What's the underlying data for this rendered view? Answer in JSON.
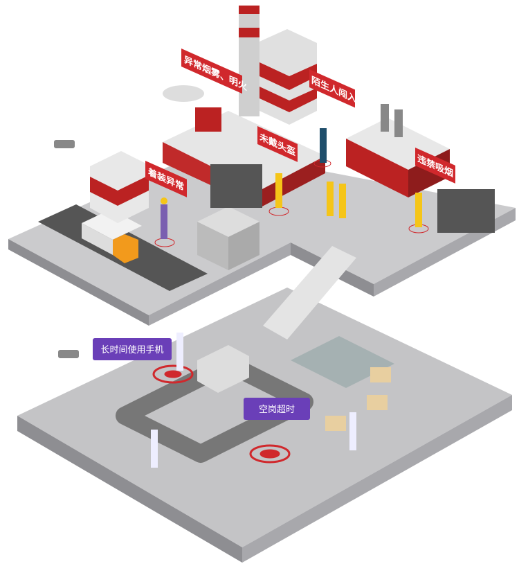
{
  "colors": {
    "alert_red": "#d0282c",
    "alert_purple": "#6a3fb8",
    "ground": "#c8c8ca",
    "side": "#9a9a9e"
  },
  "labels": {
    "smoke_fire": "异常烟雾、明火",
    "stranger": "陌生人闯入",
    "no_helmet": "未戴头盔",
    "dress_abnormal": "着装异常",
    "no_smoking": "违禁吸烟",
    "phone_long": "长时间使用手机",
    "post_absent": "空岗超时"
  }
}
